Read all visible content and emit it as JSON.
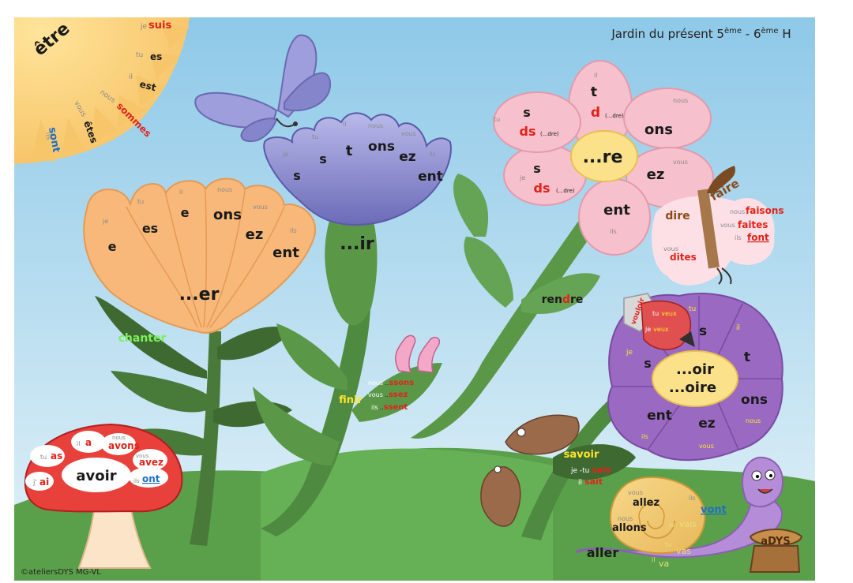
{
  "title": {
    "main": "Jardin du présent 5",
    "sup1": "ème",
    "mid": " - 6",
    "sup2": "ème",
    "end": " H"
  },
  "copyright": "©ateliersDYS MG-VL",
  "logo": "aDYS",
  "etre": {
    "verb": "être",
    "rows": [
      {
        "p": "je",
        "f": "suis"
      },
      {
        "p": "tu",
        "f": "es"
      },
      {
        "p": "il",
        "f": "est"
      },
      {
        "p": "nous",
        "f": "sommes"
      },
      {
        "p": "vous",
        "f": "êtes"
      },
      {
        "p": "ils",
        "f": "sont"
      }
    ]
  },
  "er": {
    "root": "...er",
    "example": "chanter",
    "rows": [
      {
        "p": "je",
        "f": "e"
      },
      {
        "p": "tu",
        "f": "es"
      },
      {
        "p": "il",
        "f": "e"
      },
      {
        "p": "nous",
        "f": "ons"
      },
      {
        "p": "vous",
        "f": "ez"
      },
      {
        "p": "ils",
        "f": "ent"
      }
    ]
  },
  "ir": {
    "root": "...ir",
    "rows": [
      {
        "p": "je",
        "f": "s"
      },
      {
        "p": "tu",
        "f": "s"
      },
      {
        "p": "il",
        "f": "t"
      },
      {
        "p": "nous",
        "f": "ons"
      },
      {
        "p": "vous",
        "f": "ez"
      },
      {
        "p": "ils",
        "f": "ent"
      }
    ],
    "finir": {
      "verb": "finir",
      "rows": [
        {
          "p": "nous",
          "dots": "..",
          "f": "ssons"
        },
        {
          "p": "vous",
          "dots": "..",
          "f": "ssez"
        },
        {
          "p": "ils",
          "dots": "..",
          "f": "ssent"
        }
      ]
    }
  },
  "re": {
    "root": "...re",
    "dre": "(...dre)",
    "rows": {
      "je": {
        "p": "je",
        "f": "s",
        "d": "ds"
      },
      "tu": {
        "p": "tu",
        "f": "s",
        "d": "ds"
      },
      "il": {
        "p": "il",
        "f": "t",
        "d": "d"
      },
      "nous": {
        "p": "nous",
        "f": "ons"
      },
      "vous": {
        "p": "vous",
        "f": "ez"
      },
      "ils": {
        "p": "ils",
        "f": "ent"
      }
    },
    "rendre": {
      "a": "ren",
      "b": "d",
      "c": "re"
    }
  },
  "faire": {
    "dire": "dire",
    "faire": "faire",
    "dites_p": "vous",
    "dites": "dites",
    "rows": [
      {
        "p": "nous",
        "f": "faisons"
      },
      {
        "p": "vous",
        "f": "faites"
      },
      {
        "p": "ils",
        "f": "font"
      }
    ]
  },
  "oir": {
    "root1": "...oir",
    "root2": "...oire",
    "rows": [
      {
        "p": "je",
        "f": "s"
      },
      {
        "p": "tu",
        "f": "s"
      },
      {
        "p": "il",
        "f": "t"
      },
      {
        "p": "nous",
        "f": "ons"
      },
      {
        "p": "vous",
        "f": "ez"
      },
      {
        "p": "ils",
        "f": "ent"
      }
    ],
    "vouloir": {
      "verb": "vouloir",
      "tu_p": "tu",
      "tu_f": "veux",
      "je_p": "je",
      "je_f": "veux"
    },
    "savoir": {
      "verb": "savoir",
      "p1": "je -tu",
      "f1": "sais",
      "p2": "il",
      "f2": "sait"
    }
  },
  "avoir": {
    "verb": "avoir",
    "rows": [
      {
        "p": "j'",
        "f": "ai"
      },
      {
        "p": "tu",
        "f": "as"
      },
      {
        "p": "il",
        "f": "a"
      },
      {
        "p": "nous",
        "f": "avons"
      },
      {
        "p": "vous",
        "f": "avez"
      },
      {
        "p": "ils",
        "f": "ont"
      }
    ]
  },
  "aller": {
    "verb": "aller",
    "rows": [
      {
        "p": "vous",
        "f": "allez"
      },
      {
        "p": "nous",
        "f": "allons"
      },
      {
        "p": "ils",
        "f": "vont"
      },
      {
        "p": "je",
        "f": "vais"
      },
      {
        "p": "tu",
        "f": "vas"
      },
      {
        "p": "il",
        "f": "va"
      }
    ]
  },
  "colors": {
    "sky_top": "#8ec9e8",
    "sky_bottom": "#d8eef6",
    "grass": "#5aa04a",
    "er_flower": "#f7b87a",
    "ir_flower": "#8e8ed0",
    "re_petal": "#f6c0cc",
    "oir_flower": "#9a6ac2",
    "red": "#e2231a",
    "blue": "#1e6fc7"
  }
}
